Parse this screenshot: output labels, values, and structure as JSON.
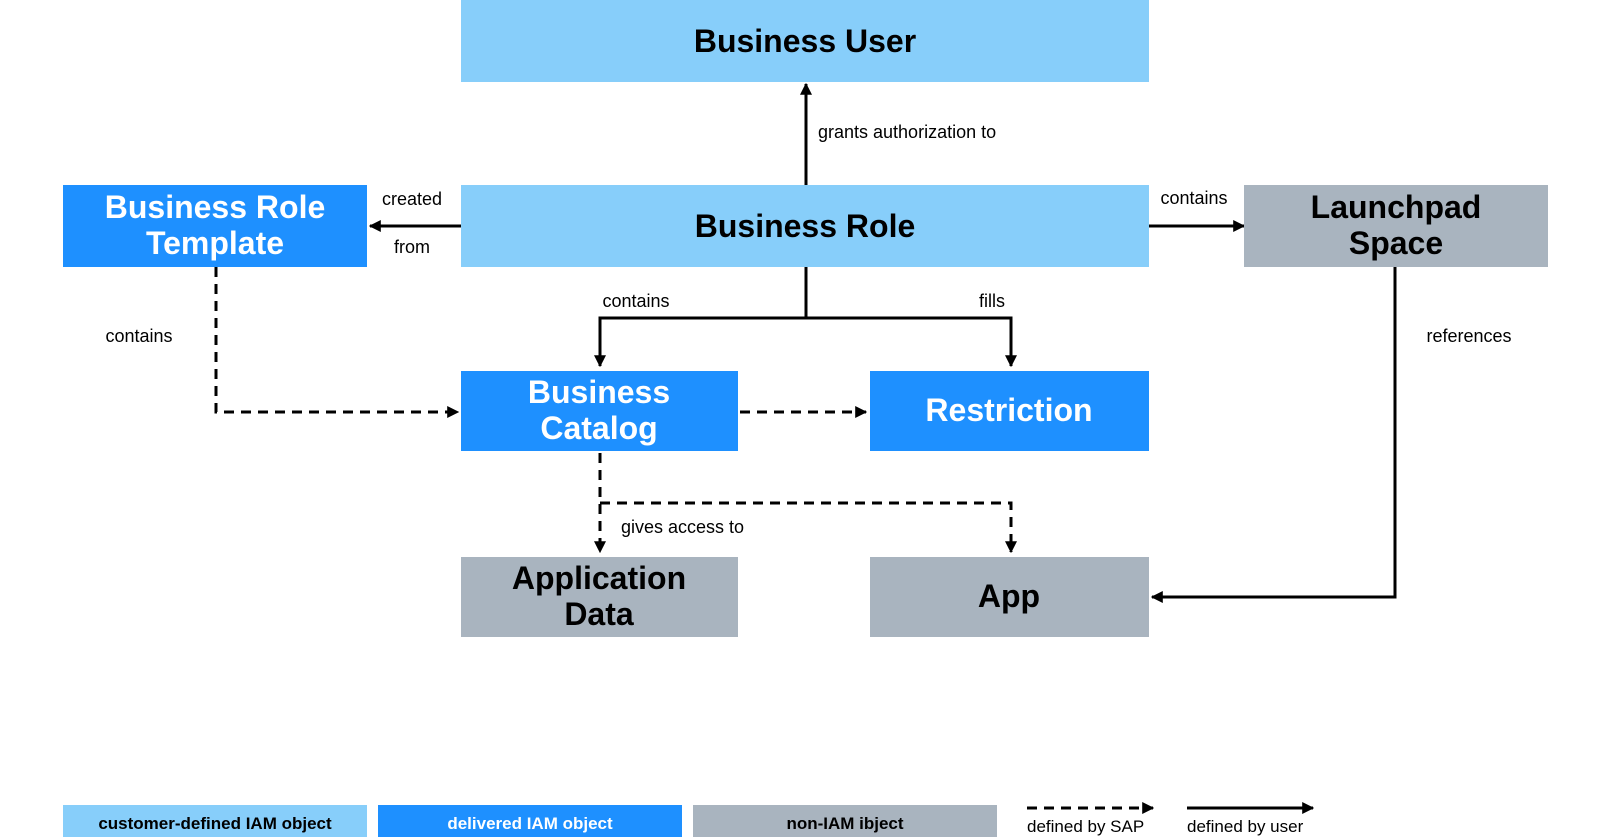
{
  "colors": {
    "customer_defined": "#87CEFA",
    "delivered": "#1E90FF",
    "non_iam": "#A9B4BF",
    "line": "#000000"
  },
  "nodes": {
    "business_user": {
      "line1": "Business User"
    },
    "business_role": {
      "line1": "Business Role"
    },
    "business_role_template": {
      "line1": "Business Role",
      "line2": "Template"
    },
    "launchpad_space": {
      "line1": "Launchpad",
      "line2": "Space"
    },
    "business_catalog": {
      "line1": "Business",
      "line2": "Catalog"
    },
    "restriction": {
      "line1": "Restriction"
    },
    "application_data": {
      "line1": "Application",
      "line2": "Data"
    },
    "app": {
      "line1": "App"
    }
  },
  "edges": {
    "grants_authorization_to": "grants authorization  to",
    "created": "created",
    "from": "from",
    "contains_space": "contains",
    "contains_catalog": "contains",
    "fills": "fills",
    "contains_template": "contains",
    "references": "references",
    "gives_access_to": "gives access to"
  },
  "legend": {
    "customer_defined": "customer-defined IAM object",
    "delivered": "delivered IAM object",
    "non_iam": "non-IAM ibject",
    "defined_by_sap": "defined by SAP",
    "defined_by_user": "defined by user"
  }
}
